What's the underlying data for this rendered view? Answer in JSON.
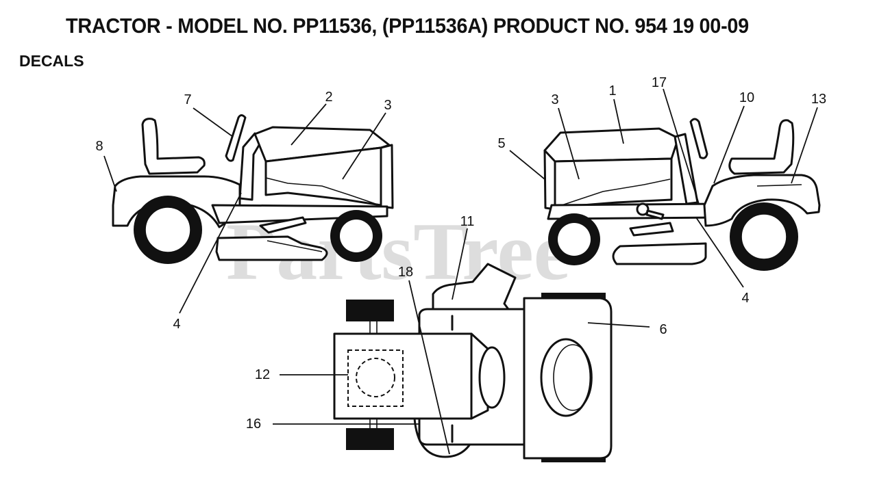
{
  "title": "TRACTOR - MODEL NO. PP11536, (PP11536A)  PRODUCT NO. 954 19 00-09",
  "subtitle": "DECALS",
  "watermark": "PartsTree",
  "callouts": {
    "n8": "8",
    "n7": "7",
    "n2": "2",
    "n3a": "3",
    "n4a": "4",
    "n5": "5",
    "n3b": "3",
    "n1": "1",
    "n17": "17",
    "n10": "10",
    "n13": "13",
    "n4b": "4",
    "n11": "11",
    "n18": "18",
    "n6": "6",
    "n12": "12",
    "n16": "16"
  },
  "views": {
    "left": "left-side-view",
    "right": "right-side-view",
    "top": "top-view"
  }
}
